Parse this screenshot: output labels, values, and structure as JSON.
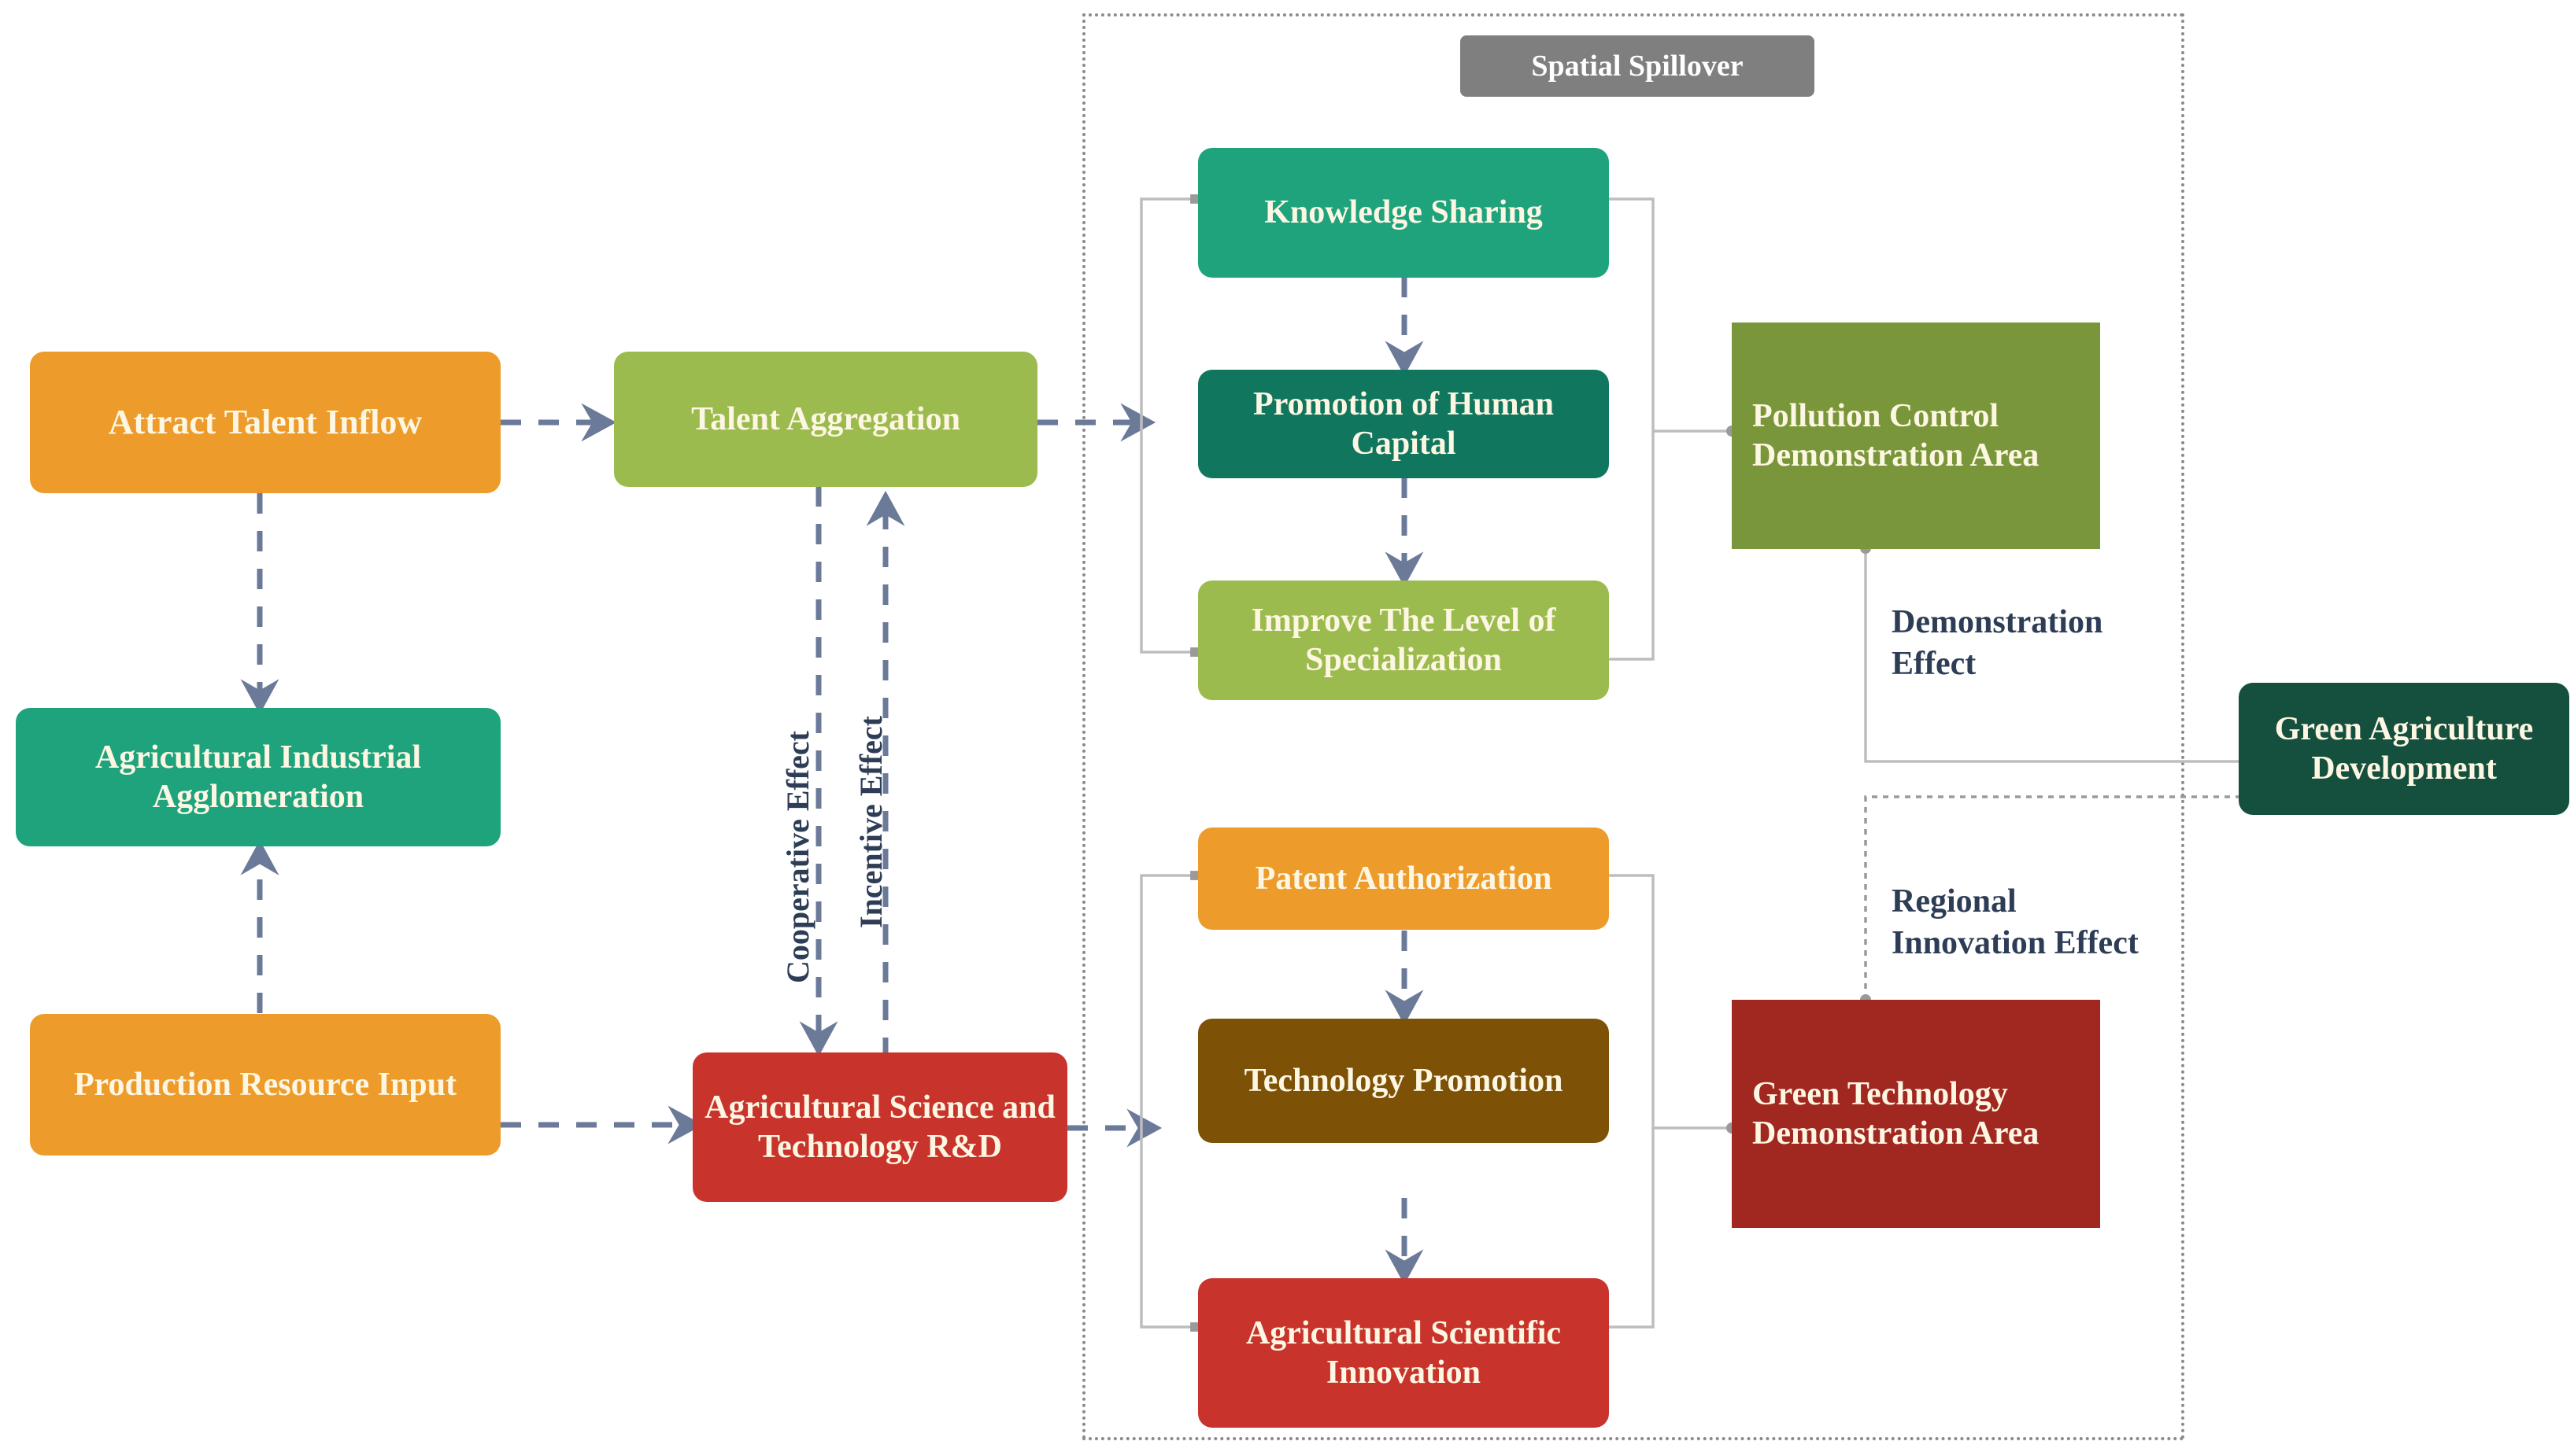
{
  "diagram": {
    "title_label": "Spatial Spillover",
    "colors": {
      "orange": "#ed9c2b",
      "light_green": "#9cbb4e",
      "teal": "#1fa37d",
      "dark_teal": "#10775e",
      "deep_green": "#15503f",
      "olive": "#79973a",
      "red": "#c8342c",
      "dark_red": "#a02821",
      "brown": "#7d5106",
      "gray": "#7f7f7f",
      "arrow": "#6b7a99",
      "connector": "#b9b9b9",
      "label_text": "#2e3d56"
    },
    "left_column": [
      {
        "id": "attract-talent-inflow",
        "label": "Attract Talent Inflow",
        "color": "orange"
      },
      {
        "id": "agricultural-industrial-agglomeration",
        "label": "Agricultural Industrial Agglomeration",
        "color": "teal"
      },
      {
        "id": "production-resource-input",
        "label": "Production Resource Input",
        "color": "orange"
      }
    ],
    "second_column": [
      {
        "id": "talent-aggregation",
        "label": "Talent Aggregation",
        "color": "light_green"
      },
      {
        "id": "agricultural-science-and-technology-rd",
        "label": "Agricultural Science and Technology R&D",
        "color": "red"
      }
    ],
    "vertical_labels": [
      {
        "id": "cooperative-effect",
        "label": "Cooperative Effect"
      },
      {
        "id": "incentive-effect",
        "label": "Incentive Effect"
      }
    ],
    "upper_stack": [
      {
        "id": "knowledge-sharing",
        "label": "Knowledge Sharing",
        "color": "teal"
      },
      {
        "id": "promotion-of-human-capital",
        "label": "Promotion of Human Capital",
        "color": "dark_teal"
      },
      {
        "id": "improve-the-level-of-specialization",
        "label": "Improve The Level of  Specialization",
        "color": "light_green"
      }
    ],
    "lower_stack": [
      {
        "id": "patent-authorization",
        "label": "Patent Authorization",
        "color": "orange"
      },
      {
        "id": "technology-promotion",
        "label": "Technology Promotion",
        "color": "brown"
      },
      {
        "id": "agricultural-scientific-innovation",
        "label": "Agricultural Scientific Innovation",
        "color": "red"
      }
    ],
    "demonstration_areas": [
      {
        "id": "pollution-control-demonstration-area",
        "label": "Pollution Control Demonstration Area",
        "color": "olive"
      },
      {
        "id": "green-technology-demonstration-area",
        "label": "Green Technology Demonstration Area",
        "color": "dark_red"
      }
    ],
    "effect_labels": [
      {
        "id": "demonstration-effect",
        "line1": "Demonstration",
        "line2": "Effect"
      },
      {
        "id": "regional-innovation-effect",
        "line1": "Regional",
        "line2": "Innovation Effect"
      }
    ],
    "outcome": {
      "id": "green-agriculture-development",
      "label": "Green Agriculture Development",
      "color": "deep_green"
    }
  }
}
